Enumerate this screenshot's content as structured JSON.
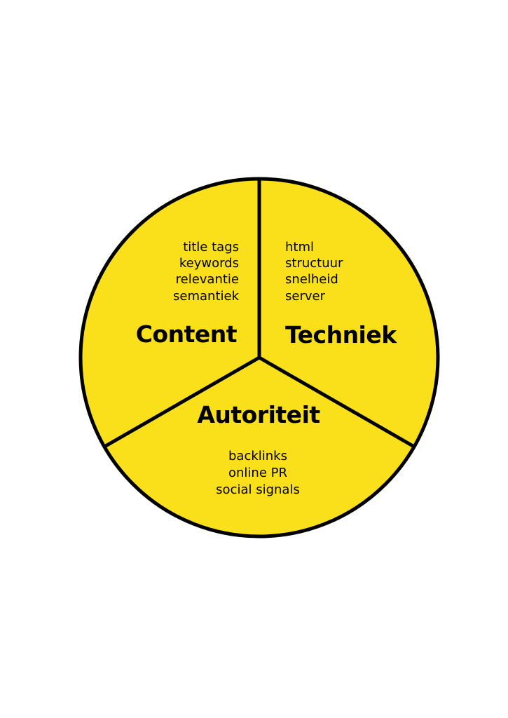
{
  "colors": {
    "fill": "#FAE01A",
    "stroke": "#000000",
    "background": "#FFFFFF"
  },
  "segments": {
    "content": {
      "title": "Content",
      "items": [
        "title tags",
        "keywords",
        "relevantie",
        "semantiek"
      ]
    },
    "techniek": {
      "title": "Techniek",
      "items": [
        "html",
        "structuur",
        "snelheid",
        "server"
      ]
    },
    "autoriteit": {
      "title": "Autoriteit",
      "items": [
        "backlinks",
        "online PR",
        "social signals"
      ]
    }
  }
}
